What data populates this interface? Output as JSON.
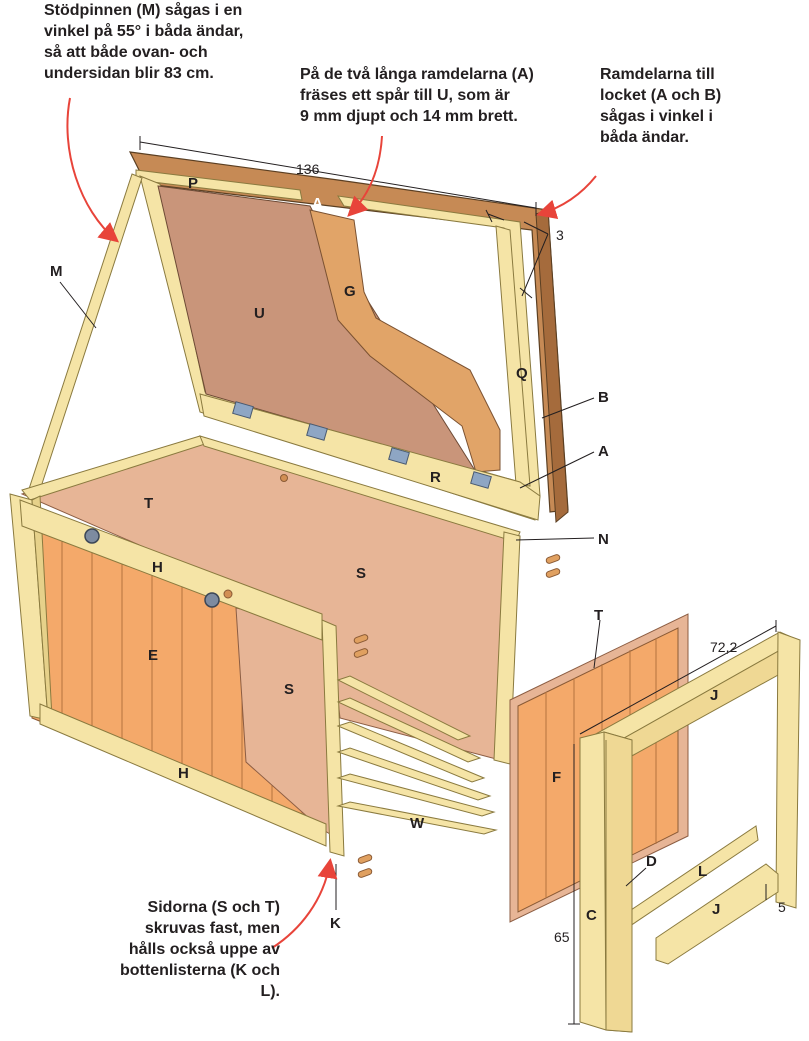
{
  "notes": {
    "top_left": "Stödpinnen (M) sågas i en\nvinkel på 55° i båda ändar,\nså att både ovan- och\nundersidan blir 83 cm.",
    "top_center": "På de två långa ramdelarna (A)\nfräses ett spår till U, som är\n9 mm djupt och 14 mm brett.",
    "top_right": "Ramdelarna till\nlocket (A och B)\nsågas i vinkel i\nbåda ändar.",
    "bottom_left": "Sidorna (S och T)\nskruvas fast, men\nhålls också uppe av\nbottenlisterna (K och L)."
  },
  "labels": {
    "P": "P",
    "A_top": "A",
    "U": "U",
    "G": "G",
    "Q": "Q",
    "B": "B",
    "A_right": "A",
    "R": "R",
    "M": "M",
    "T_inner": "T",
    "N": "N",
    "S_back": "S",
    "H_top": "H",
    "E": "E",
    "S_side": "S",
    "H_bottom": "H",
    "W": "W",
    "K": "K",
    "T_panel": "T",
    "F": "F",
    "J_top": "J",
    "D": "D",
    "L": "L",
    "J_bottom": "J",
    "C": "C"
  },
  "dimensions": {
    "lid_length": "136",
    "frame_offset": "3",
    "end_width": "72,2",
    "leg_height": "65",
    "batten_height": "5"
  },
  "colors": {
    "pine": "#f5e4a6",
    "pine_edge": "#8a7a3f",
    "lid_frame": "#c68a55",
    "lid_panel": "#c9957a",
    "panel_inner": "#e7b596",
    "cladding": "#f4a96a",
    "arrow": "#e8443a"
  }
}
